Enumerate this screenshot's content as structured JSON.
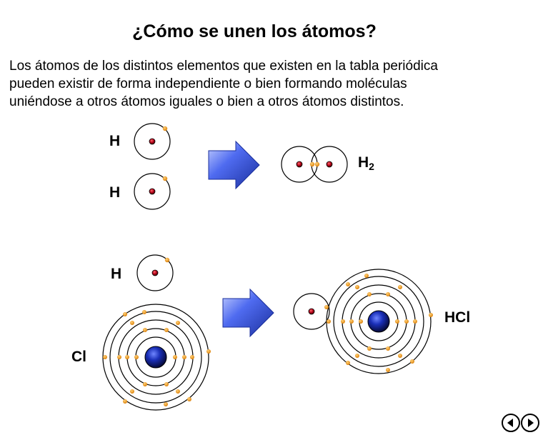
{
  "page": {
    "title": "¿Cómo se unen los átomos?",
    "intro_lines": [
      "Los átomos de los distintos elementos que existen en la tabla periódica",
      "pueden existir de forma independiente o bien formando moléculas",
      "uniéndose a otros átomos iguales o bien a otros átomos distintos."
    ]
  },
  "labels": {
    "h_top": "H",
    "h_second": "H",
    "h2_main": "H",
    "h2_sub": "2",
    "h_third": "H",
    "cl": "Cl",
    "hcl": "HCl"
  },
  "colors": {
    "electron": "#f29a1d",
    "hydrogen_nucleus": "#b3001b",
    "chlorine_nucleus": "#1a2fb8",
    "arrow_blue": "#2d4fd6",
    "orbit": "#000000"
  },
  "navigation": {
    "prev_icon": "prev-arrow-icon",
    "next_icon": "next-arrow-icon"
  }
}
